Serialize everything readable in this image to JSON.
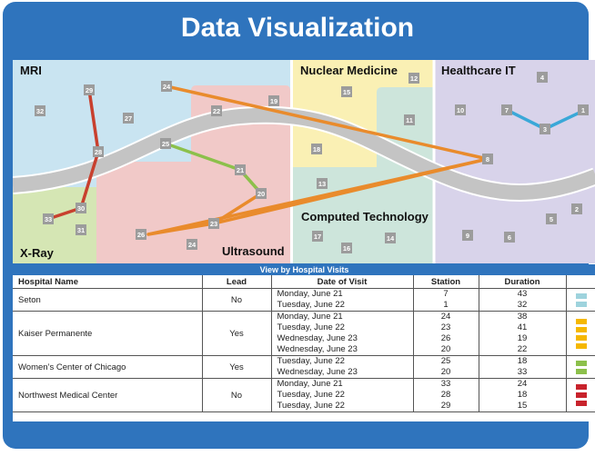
{
  "title": "Data Visualization",
  "zones": {
    "mri": "MRI",
    "nuclear": "Nuclear Medicine",
    "healthcare_it": "Healthcare IT",
    "xray": "X-Ray",
    "ultrasound": "Ultrasound",
    "computed": "Computed Technology"
  },
  "stations": [
    "1",
    "2",
    "3",
    "4",
    "5",
    "6",
    "7",
    "8",
    "9",
    "10",
    "11",
    "12",
    "13",
    "14",
    "15",
    "16",
    "17",
    "18",
    "19",
    "20",
    "21",
    "22",
    "23",
    "24",
    "25",
    "26",
    "27",
    "28",
    "29",
    "30",
    "31",
    "32",
    "33"
  ],
  "table": {
    "title": "View by Hospital Visits",
    "headers": [
      "Hospital Name",
      "Lead",
      "Date of Visit",
      "Station",
      "Duration",
      ""
    ],
    "rows": [
      {
        "name": "Seton",
        "lead": "No",
        "color": "#9ed3dd",
        "visits": [
          {
            "date": "Monday, June 21",
            "station": "7",
            "duration": "43"
          },
          {
            "date": "Tuesday, June 22",
            "station": "1",
            "duration": "32"
          }
        ]
      },
      {
        "name": "Kaiser Permanente",
        "lead": "Yes",
        "color": "#f5b800",
        "visits": [
          {
            "date": "Monday, June 21",
            "station": "24",
            "duration": "38"
          },
          {
            "date": "Tuesday, June 22",
            "station": "23",
            "duration": "41"
          },
          {
            "date": "Wednesday, June 23",
            "station": "26",
            "duration": "19"
          },
          {
            "date": "Wednesday, June 23",
            "station": "20",
            "duration": "22"
          }
        ]
      },
      {
        "name": "Women’s Center of Chicago",
        "lead": "Yes",
        "color": "#8cc04b",
        "visits": [
          {
            "date": "Tuesday, June 22",
            "station": "25",
            "duration": "18"
          },
          {
            "date": "Wednesday, June 23",
            "station": "20",
            "duration": "33"
          }
        ]
      },
      {
        "name": "Northwest Medical Center",
        "lead": "No",
        "color": "#c8232c",
        "visits": [
          {
            "date": "Monday, June 21",
            "station": "33",
            "duration": "24"
          },
          {
            "date": "Tuesday, June 22",
            "station": "28",
            "duration": "18"
          },
          {
            "date": "Tuesday, June 22",
            "station": "29",
            "duration": "15"
          }
        ]
      }
    ]
  }
}
